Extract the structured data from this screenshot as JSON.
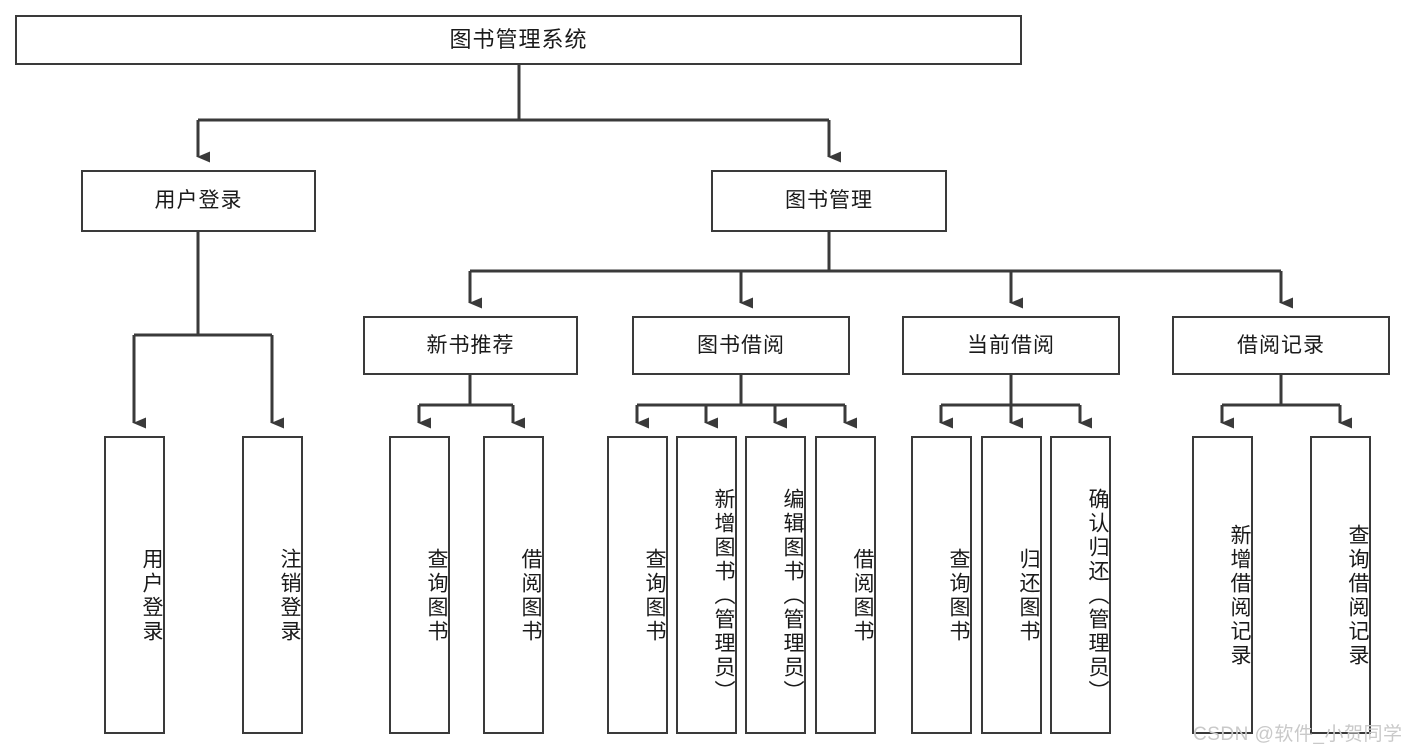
{
  "diagram": {
    "title": "图书管理系统",
    "type": "tree-hierarchy-chart",
    "root": {
      "label": "图书管理系统"
    },
    "level2": [
      {
        "label": "用户登录"
      },
      {
        "label": "图书管理"
      }
    ],
    "level3": [
      {
        "label": "新书推荐"
      },
      {
        "label": "图书借阅"
      },
      {
        "label": "当前借阅"
      },
      {
        "label": "借阅记录"
      }
    ],
    "leaves": [
      {
        "label": "用户登录"
      },
      {
        "label": "注销登录"
      },
      {
        "label": "查询图书"
      },
      {
        "label": "借阅图书"
      },
      {
        "label": "查询图书"
      },
      {
        "label": "新增图书（管理员）"
      },
      {
        "label": "编辑图书（管理员）"
      },
      {
        "label": "借阅图书"
      },
      {
        "label": "查询图书"
      },
      {
        "label": "归还图书"
      },
      {
        "label": "确认归还（管理员）"
      },
      {
        "label": "新增借阅记录"
      },
      {
        "label": "查询借阅记录"
      }
    ]
  },
  "watermark": {
    "text": "CSDN @软件_小贺同学"
  },
  "colors": {
    "background": "#ffffff",
    "node_fill": "#ffffff",
    "node_border": "#3a3a3a",
    "edge": "#3a3a3a",
    "text": "#1a1a1a",
    "watermark": "#c9c9c9"
  }
}
